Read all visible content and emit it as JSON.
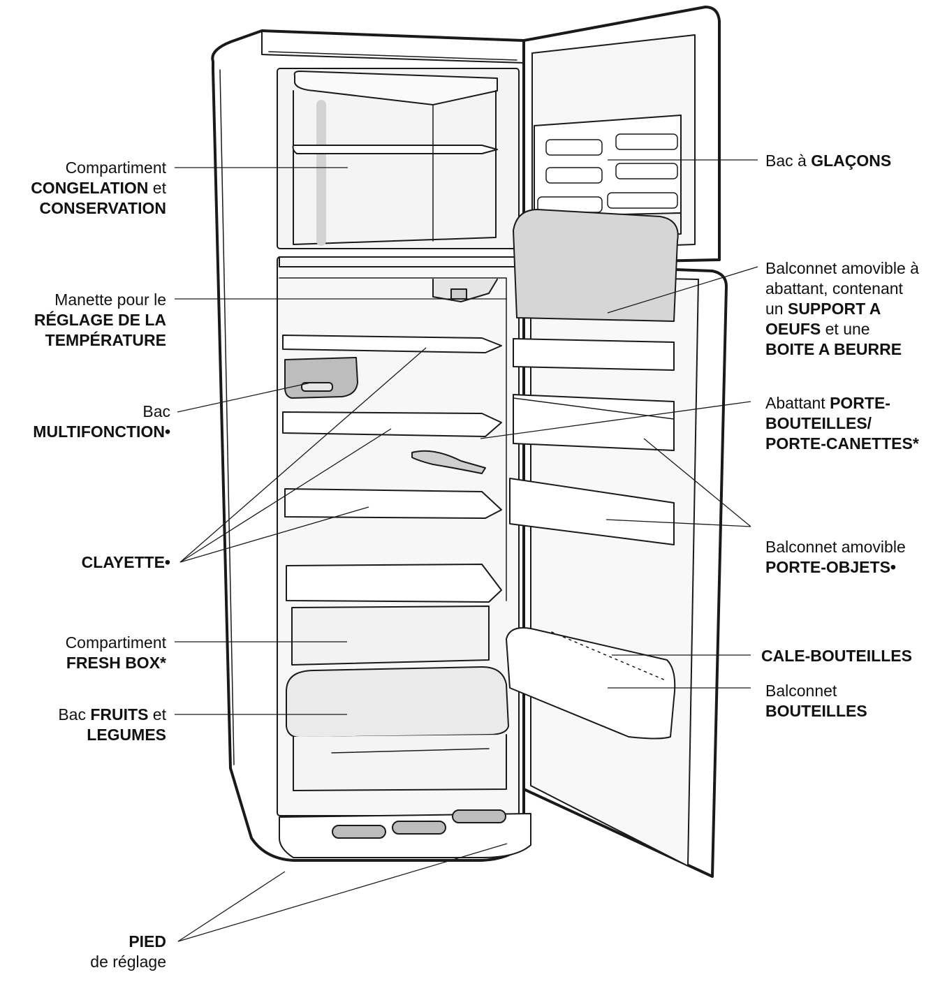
{
  "labels": {
    "freezer": {
      "l1a": "Compartiment",
      "l2a": "CONGELATION",
      "l2b": " et",
      "l3a": "CONSERVATION"
    },
    "thermostat": {
      "l1a": "Manette pour le",
      "l2a": "RÉGLAGE DE LA",
      "l3a": "TEMPÉRATURE"
    },
    "multibox": {
      "l1a": "Bac",
      "l2a": "MULTIFONCTION•"
    },
    "shelf": {
      "l1a": "CLAYETTE•"
    },
    "freshbox": {
      "l1a": "Compartiment",
      "l2a": "FRESH BOX*"
    },
    "crisper": {
      "l1a": "Bac ",
      "l1b": "FRUITS",
      "l1c": " et",
      "l2a": "LEGUMES"
    },
    "foot": {
      "l1a": "PIED",
      "l2a": "de réglage"
    },
    "ice": {
      "l1a": "Bac à ",
      "l1b": "GLAÇONS"
    },
    "eggs": {
      "l1a": "Balconnet amovible à",
      "l2a": "abattant, contenant",
      "l3a": "un ",
      "l3b": "SUPPORT A",
      "l4a": "OEUFS",
      "l4b": " et une",
      "l5a": "BOITE A BEURRE"
    },
    "bottleflap": {
      "l1a": "Abattant  ",
      "l1b": "PORTE-",
      "l2a": "BOUTEILLES/",
      "l3a": "PORTE-CANETTES*"
    },
    "doorshelf": {
      "l1a": "Balconnet amovible",
      "l2a": "PORTE-OBJETS•"
    },
    "bottlestop": {
      "l1a": "CALE-BOUTEILLES"
    },
    "bottleshelf": {
      "l1a": "Balconnet",
      "l2a": "BOUTEILLES"
    }
  }
}
